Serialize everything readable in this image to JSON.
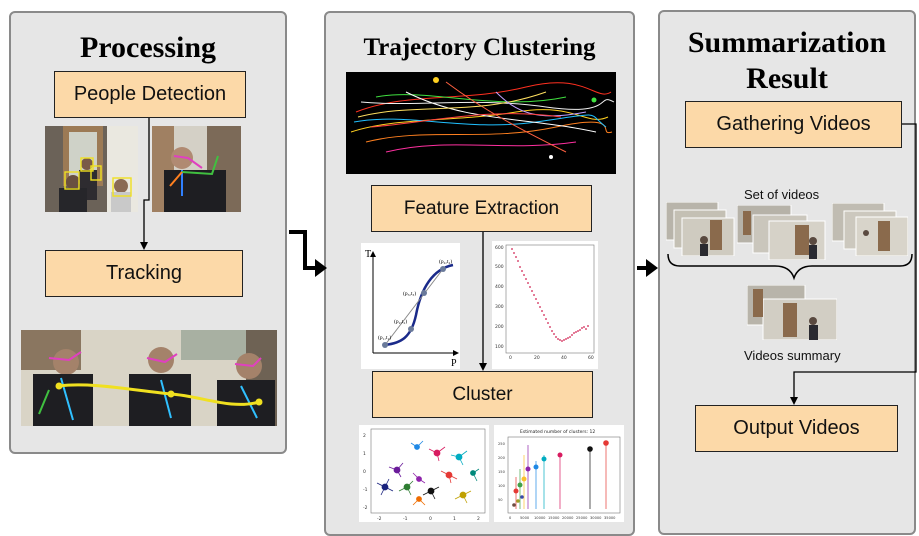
{
  "panels": {
    "processing": {
      "title": "Processing",
      "boxes": {
        "detection": "People Detection",
        "tracking": "Tracking"
      }
    },
    "clustering": {
      "title": "Trajectory Clustering",
      "boxes": {
        "feature": "Feature Extraction",
        "cluster": "Cluster"
      },
      "sigmoid_plot": {
        "y_axis": "T",
        "x_axis": "P",
        "points": [
          "(p₁,t₁)",
          "(p₂,t₂)",
          "(p₃,t₃)",
          "(p₄,t₄)"
        ]
      },
      "scatter_plot": {
        "y_ticks": [
          "600",
          "500",
          "400",
          "300",
          "200",
          "100"
        ],
        "x_ticks": [
          "0",
          "20",
          "40",
          "60"
        ]
      },
      "cluster_plot": {
        "x_ticks": [
          "-2",
          "-1",
          "0",
          "1",
          "2"
        ],
        "y_ticks": [
          "2",
          "1",
          "0",
          "-1",
          "-2"
        ]
      },
      "estimate_plot": {
        "title": "Estimated number of clusters: 12",
        "x_ticks": [
          "0",
          "5000",
          "10000",
          "15000",
          "20000",
          "25000",
          "30000",
          "35000"
        ],
        "y_ticks": [
          "250",
          "200",
          "150",
          "100",
          "50"
        ]
      }
    },
    "summary": {
      "title_line1": "Summarization",
      "title_line2": "Result",
      "boxes": {
        "gathering": "Gathering Videos",
        "output": "Output Videos"
      },
      "set_label": "Set of videos",
      "summary_label": "Videos summary"
    }
  },
  "colors": {
    "panel_bg": "#e6e6e6",
    "box_fill": "#fcd9a8",
    "arrow": "#000000",
    "trajectory": "#f0e020"
  }
}
